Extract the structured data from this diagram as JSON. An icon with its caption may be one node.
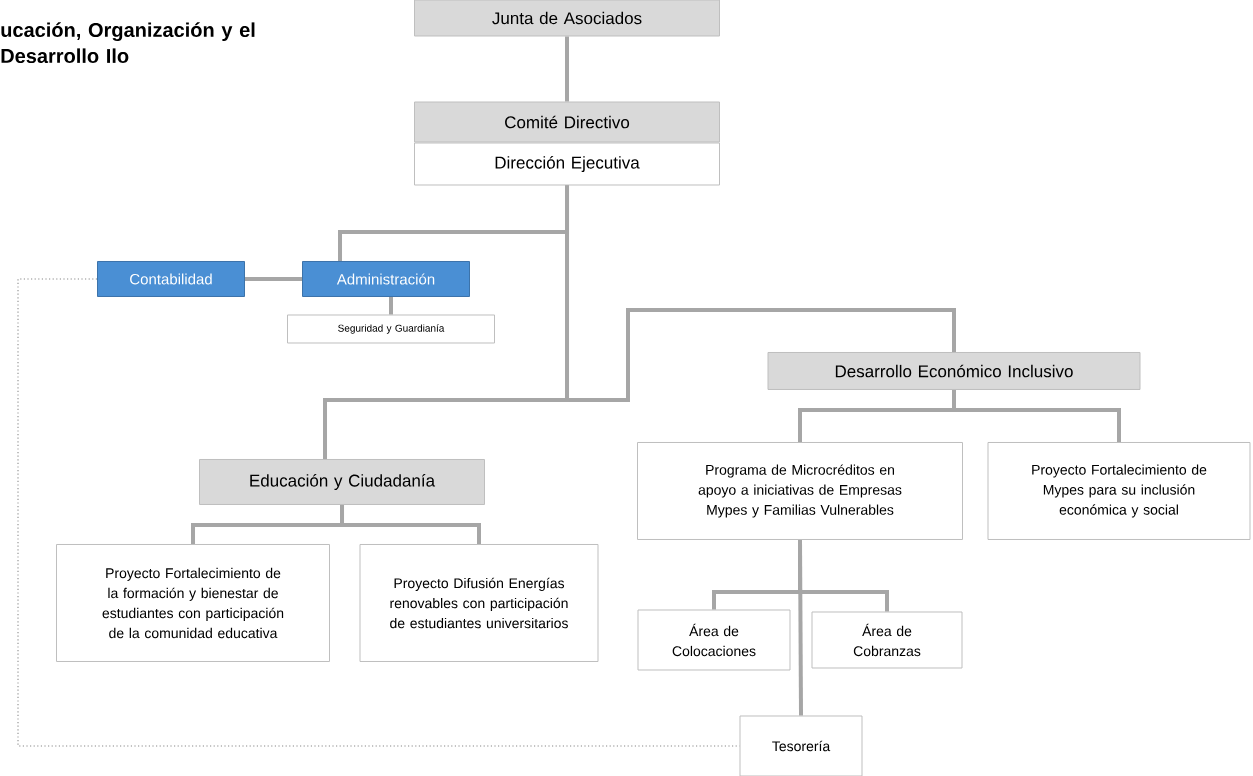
{
  "diagram": {
    "title": "ucación, Organización y el Desarrollo Ilo",
    "nodes": [
      {
        "text": [
          "Junta de Asociados"
        ]
      },
      {
        "text": [
          "Comité Directivo"
        ]
      },
      {
        "text": [
          "Dirección Ejecutiva"
        ]
      },
      {
        "text": [
          "Contabilidad"
        ]
      },
      {
        "text": [
          "Administración"
        ]
      },
      {
        "text": [
          "Seguridad y Guardianía"
        ]
      },
      {
        "text": [
          "Desarrollo Económico Inclusivo"
        ]
      },
      {
        "text": [
          "Educación y Ciudadanía"
        ]
      },
      {
        "text": [
          "Programa de Microcréditos en apoyo a iniciativas de Empresas Mypes y Familias Vulnerables"
        ]
      },
      {
        "text": [
          "Proyecto Fortalecimiento de Mypes para su inclusión económica y social"
        ]
      },
      {
        "text": [
          "Proyecto Fortalecimiento de la formación y bienestar de estudiantes con participación de la comunidad educativa"
        ]
      },
      {
        "text": [
          "Proyecto Difusión Energías renovables con participación de estudiantes universitarios"
        ]
      },
      {
        "text": [
          "Área de Colocaciones"
        ]
      },
      {
        "text": [
          "Área de Cobranzas"
        ]
      },
      {
        "text": [
          "Tesorería"
        ]
      }
    ],
    "edges": [
      {
        "from": 0,
        "to": 1,
        "arrow": "none"
      },
      {
        "from": 2,
        "to": 4,
        "arrow": "none"
      },
      {
        "from": 4,
        "to": 3,
        "arrow": "none"
      },
      {
        "from": 4,
        "to": 5,
        "arrow": "none"
      },
      {
        "from": 2,
        "to": 6,
        "arrow": "none"
      },
      {
        "from": 2,
        "to": 7,
        "arrow": "none"
      },
      {
        "from": 6,
        "to": 8,
        "arrow": "none"
      },
      {
        "from": 6,
        "to": 9,
        "arrow": "none"
      },
      {
        "from": 7,
        "to": 10,
        "arrow": "none"
      },
      {
        "from": 7,
        "to": 11,
        "arrow": "none"
      },
      {
        "from": 8,
        "to": 12,
        "arrow": "none"
      },
      {
        "from": 8,
        "to": 13,
        "arrow": "none"
      },
      {
        "from": 8,
        "to": 14,
        "arrow": "none"
      },
      {
        "from": 3,
        "to": 14,
        "arrow": "none",
        "style": "dashed"
      }
    ]
  }
}
